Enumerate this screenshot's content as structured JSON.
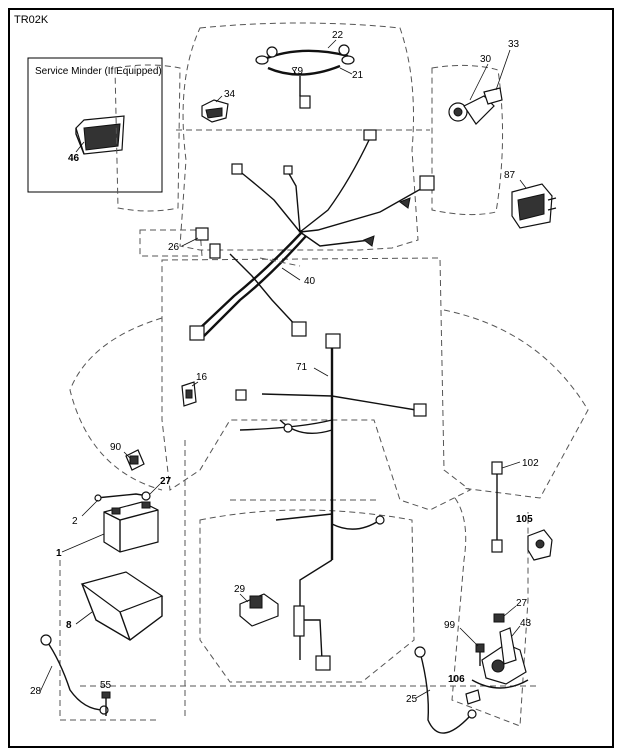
{
  "diagram": {
    "code": "TR02K",
    "inset_title": "Service Minder (If Equipped)",
    "parts": {
      "p46": "46",
      "p34": "34",
      "p22": "22",
      "p79": "79",
      "p21": "21",
      "p30": "30",
      "p33": "33",
      "p87": "87",
      "p26": "26",
      "p40": "40",
      "p71": "71",
      "p16": "16",
      "p90": "90",
      "p27a": "27",
      "p2": "2",
      "p1": "1",
      "p102": "102",
      "p105": "105",
      "p8": "8",
      "p29": "29",
      "p99": "99",
      "p27b": "27",
      "p43": "43",
      "p28": "28",
      "p55": "55",
      "p106": "106",
      "p25": "25"
    }
  }
}
